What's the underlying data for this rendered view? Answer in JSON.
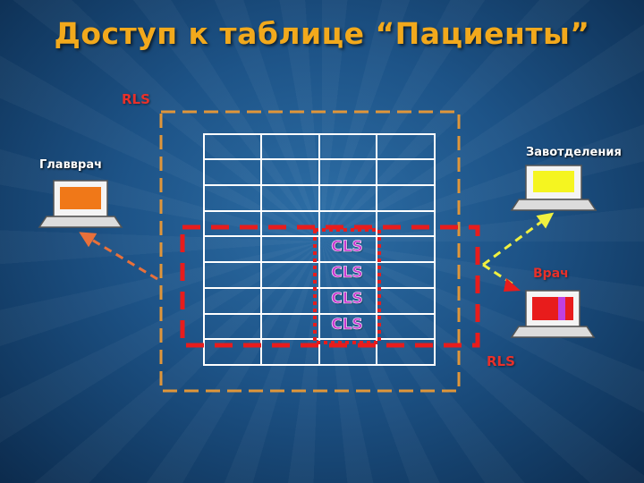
{
  "title": "Доступ к таблице “Пациенты”",
  "labels": {
    "rls_top": "RLS",
    "rls_bottom": "RLS",
    "glavvrach": "Главврач",
    "zavotdeleniya": "Завотделения",
    "vrach": "Врач"
  },
  "cls_labels": [
    "CLS",
    "CLS",
    "CLS",
    "CLS"
  ],
  "table": {
    "rows": 9,
    "cols": 4
  },
  "colors": {
    "title": "#f2a91c",
    "rls_outer": "#e0963a",
    "rls_inner": "#e81c1c",
    "cls_box": "#e81c1c",
    "cls_text": "#c83bd0",
    "arrow_glavvrach": "#e8703a",
    "arrow_zav": "#f0f040",
    "screen_glavvrach": "#f07818",
    "screen_zav": "#f5f520",
    "screen_vrach": "#e81c1c",
    "screen_vrach_stripe": "#c040e0"
  },
  "icons": {
    "glavvrach": "laptop-icon",
    "zavotdeleniya": "laptop-icon",
    "vrach": "laptop-icon"
  }
}
